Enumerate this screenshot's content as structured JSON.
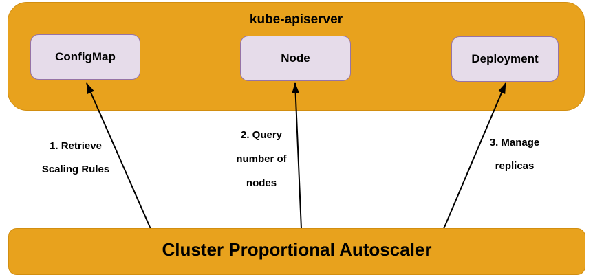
{
  "diagram": {
    "background_color": "#FFFFFF",
    "container_fill_color": "#E8A21D",
    "container_border_color": "#D28E10",
    "resource_fill_color": "#E6DCEA",
    "resource_border_color": "#9673A6",
    "arrow_color": "#000000",
    "text_color": "#000000",
    "apiserver": {
      "title": "kube-apiserver",
      "resources": [
        {
          "label": "ConfigMap"
        },
        {
          "label": "Node"
        },
        {
          "label": "Deployment"
        }
      ]
    },
    "autoscaler": {
      "label": "Cluster Proportional Autoscaler"
    },
    "edges": [
      {
        "from": "Cluster Proportional Autoscaler",
        "to": "ConfigMap",
        "label_lines": [
          "1. Retrieve",
          "Scaling Rules"
        ]
      },
      {
        "from": "Cluster Proportional Autoscaler",
        "to": "Node",
        "label_lines": [
          "2. Query",
          "number of",
          "nodes"
        ]
      },
      {
        "from": "Cluster Proportional Autoscaler",
        "to": "Deployment",
        "label_lines": [
          "3. Manage",
          "replicas"
        ]
      }
    ]
  }
}
